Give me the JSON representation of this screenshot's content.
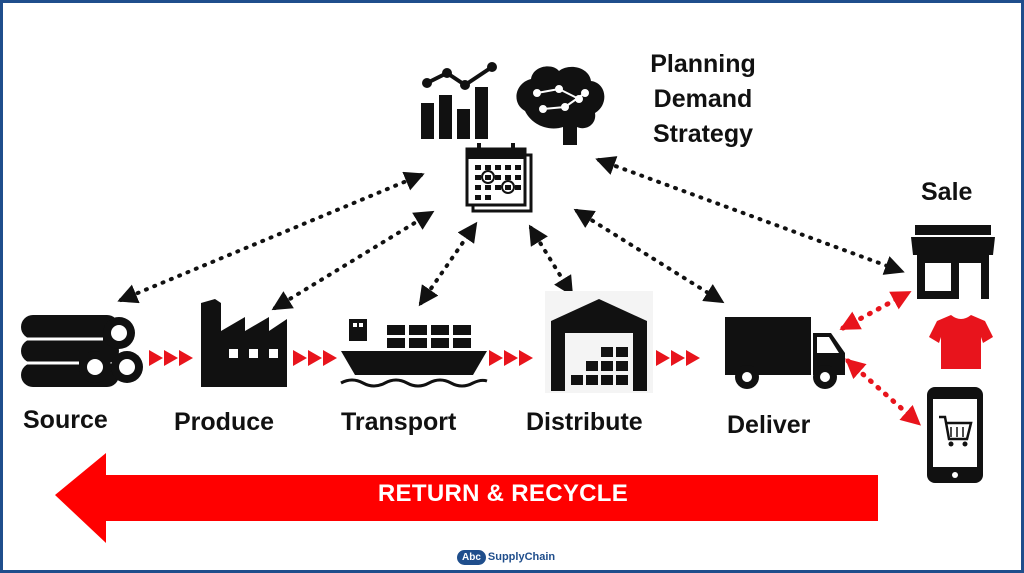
{
  "planning": {
    "lines": [
      "Planning",
      "Demand",
      "Strategy"
    ],
    "icons": [
      "bar-chart-icon",
      "brain-icon",
      "calendar-icon"
    ]
  },
  "stages": [
    {
      "label": "Source",
      "icon": "logs-icon"
    },
    {
      "label": "Produce",
      "icon": "factory-icon"
    },
    {
      "label": "Transport",
      "icon": "cargo-ship-icon"
    },
    {
      "label": "Distribute",
      "icon": "warehouse-icon"
    },
    {
      "label": "Deliver",
      "icon": "truck-icon"
    }
  ],
  "sale": {
    "label": "Sale",
    "icons": [
      "store-icon",
      "tshirt-icon",
      "mobile-cart-icon"
    ]
  },
  "return_banner": {
    "text": "RETURN & RECYCLE"
  },
  "brand": {
    "abc": "Abc",
    "name": "SupplyChain"
  },
  "colors": {
    "flow_arrow": "#e8141c",
    "banner": "#ff0000",
    "icon": "#111111",
    "frame": "#1f4e8c",
    "tshirt": "#e8141c"
  }
}
